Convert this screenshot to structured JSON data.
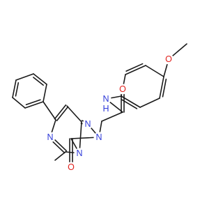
{
  "colors": {
    "bond": "#1a1a1a",
    "carbon": "#1a1a1a",
    "nitrogen": "#2f3ad8",
    "oxygen": "#e0201c"
  },
  "atoms": {
    "o_methoxy": "O",
    "o_amide": "O",
    "n_amide": "N",
    "h_amide": "H",
    "n_triazole_top": "N",
    "n_triazole_ch2": "N",
    "n_bridge": "N",
    "o_ring": "O",
    "n_pyrimidine": "N"
  }
}
